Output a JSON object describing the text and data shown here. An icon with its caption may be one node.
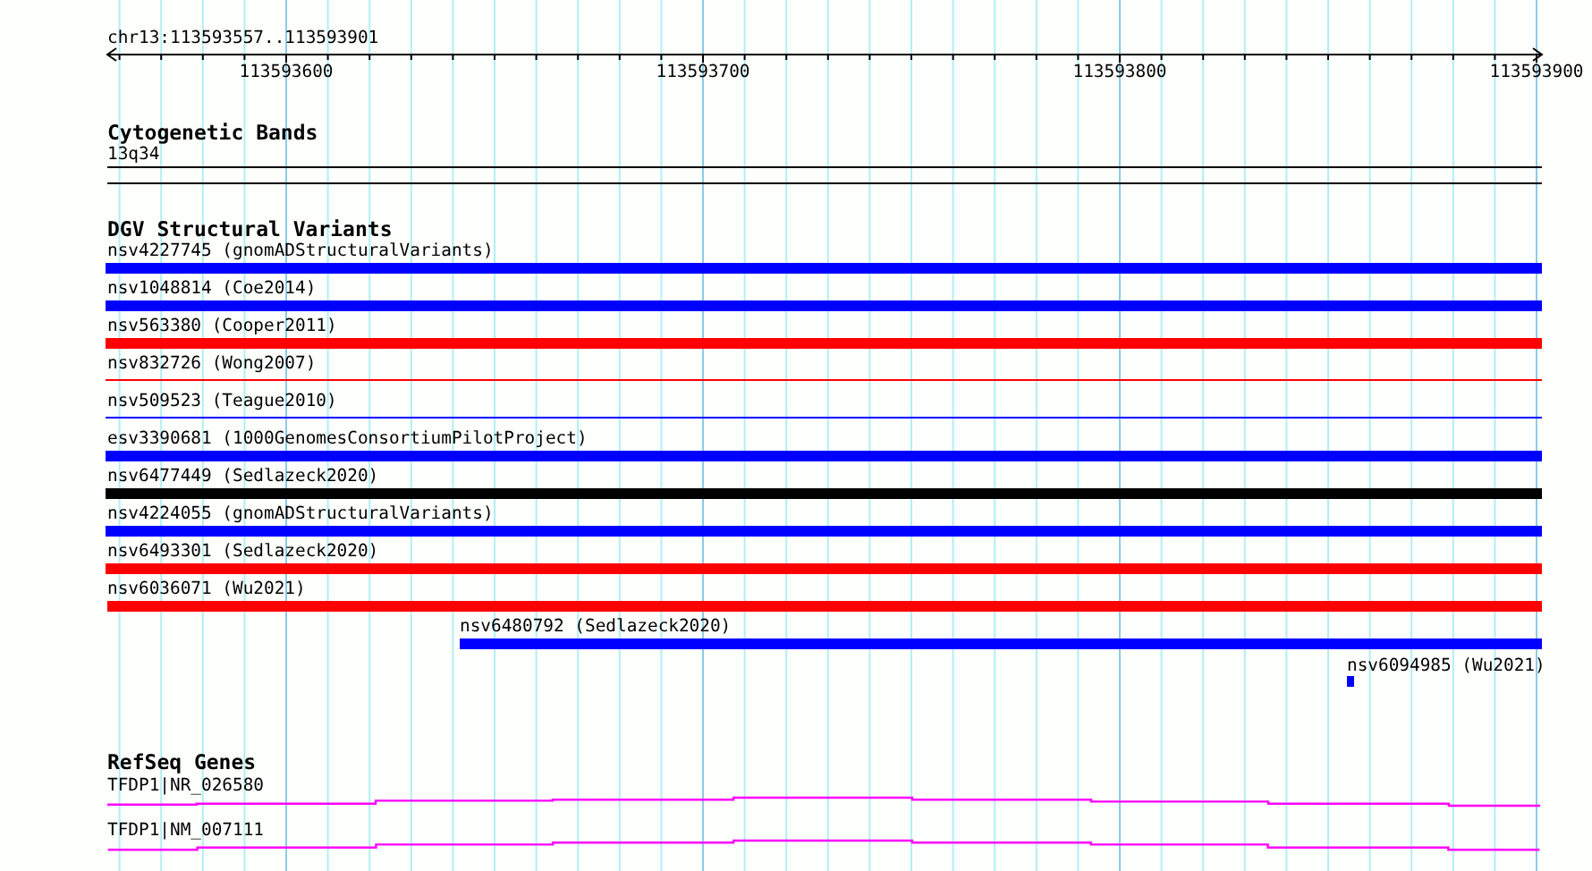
{
  "diagram": {
    "nodes": [
      {
        "text": [
          "13q34"
        ]
      },
      {
        "text": [
          "nsv4227745 (gnomADStructuralVariants)"
        ]
      },
      {
        "text": [
          "nsv1048814 (Coe2014)"
        ]
      },
      {
        "text": [
          "nsv563380 (Cooper2011)"
        ]
      },
      {
        "text": [
          "nsv832726 (Wong2007)"
        ]
      },
      {
        "text": [
          "nsv509523 (Teague2010)"
        ]
      },
      {
        "text": [
          "esv3390681 (1000GenomesConsortiumPilotProject)"
        ]
      },
      {
        "text": [
          "nsv6477449 (Sedlazeck2020)"
        ]
      },
      {
        "text": [
          "nsv4224055 (gnomADStructuralVariants)"
        ]
      },
      {
        "text": [
          "nsv6493301 (Sedlazeck2020)"
        ]
      },
      {
        "text": [
          "nsv6036071 (Wu2021)"
        ]
      },
      {
        "text": [
          "nsv6480792 (Sedlazeck2020)"
        ]
      },
      {
        "text": [
          "nsv6094985 (Wu2021)"
        ]
      },
      {
        "text": [
          "TFDP1|NR_026580"
        ]
      },
      {
        "text": [
          "TFDP1|NM_007111"
        ]
      }
    ],
    "labels": [
      "chr13:113593557..113593901",
      "113593600",
      "113593700",
      "113593800",
      "113593900",
      "Cytogenetic Bands",
      "DGV Structural Variants",
      "RefSeq Genes"
    ]
  }
}
